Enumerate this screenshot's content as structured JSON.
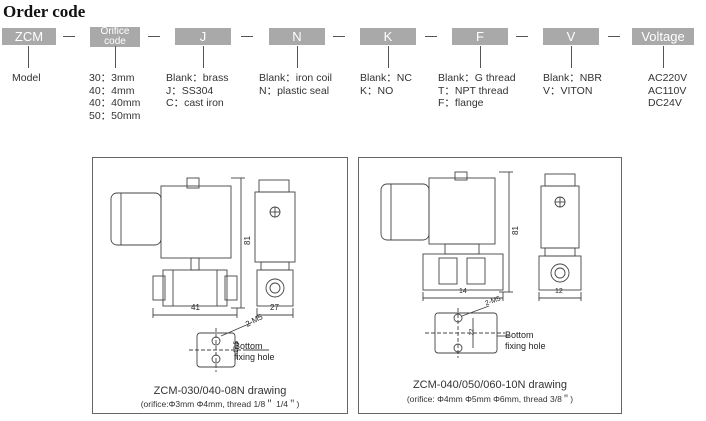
{
  "title": "Order code",
  "code": {
    "model": "ZCM",
    "orifice": [
      "Orifice",
      "code"
    ],
    "material": "J",
    "seal": "N",
    "state": "K",
    "connection": "F",
    "seal_material": "V",
    "voltage": "Voltage"
  },
  "columns": {
    "model": [
      "Model"
    ],
    "orifice": [
      "30：3mm",
      "40：4mm",
      "40：40mm",
      "50：50mm"
    ],
    "material": [
      "Blank：brass",
      "J：SS304",
      "C：cast iron"
    ],
    "seal": [
      "Blank：iron coil",
      "N：plastic seal"
    ],
    "state": [
      "Blank：NC",
      "K：NO"
    ],
    "connection": [
      "Blank：G thread",
      "T：NPT thread",
      "F：flange"
    ],
    "seal_material": [
      "Blank：NBR",
      "V：VITON"
    ],
    "voltage": [
      "AC220V",
      "AC110V",
      "DC24V"
    ]
  },
  "drawing_left": {
    "caption": "ZCM-030/040-08N drawing",
    "subcaption": "(orifice:Φ3mm Φ4mm, thread 1/8＂ 1/4＂)",
    "dim_height": "81",
    "dim_width": "41",
    "dim_side": "27",
    "dim_holes": "2-M5",
    "dim_hole_pitch": "17.5",
    "bottom_label": [
      "Bottom",
      "fixing hole"
    ]
  },
  "drawing_right": {
    "caption": "ZCM-040/050/060-10N drawing",
    "subcaption": "(orifice: Φ4mm Φ5mm Φ6mm, thread 3/8＂)",
    "dim_height": "81",
    "dim_width": "14",
    "dim_side": "12",
    "dim_holes": "2-M5",
    "dim_hole_pitch": "22",
    "bottom_label": [
      "Bottom",
      "fixing hole"
    ]
  }
}
